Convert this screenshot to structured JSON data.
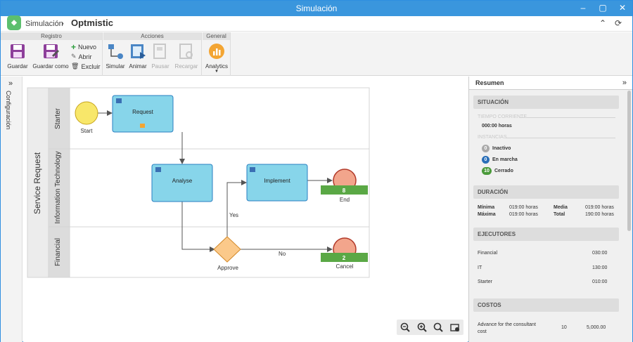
{
  "window": {
    "title": "Simulación"
  },
  "header": {
    "breadcrumb_parent": "Simulación",
    "breadcrumb_current": "Optmistic"
  },
  "ribbon": {
    "groups": {
      "registro": "Registro",
      "acciones": "Acciones",
      "general": "General"
    },
    "guardar": "Guardar",
    "guardar_como": "Guardar como",
    "nuevo": "Nuevo",
    "abrir": "Abrir",
    "excluir": "Excluir",
    "simular": "Simular",
    "animar": "Animar",
    "pausar": "Pausar",
    "recargar": "Recargar",
    "analytics": "Analytics"
  },
  "leftbar": {
    "label": "Configuración"
  },
  "diagram": {
    "pool": "Service Request",
    "lanes": [
      "Starter",
      "Information Technology",
      "Financial"
    ],
    "start_label": "Start",
    "request": "Request",
    "analyse": "Analyse",
    "implement": "Implement",
    "gateway": "Approve",
    "end_label": "End",
    "end_count": "8",
    "cancel_label": "Cancel",
    "cancel_count": "2",
    "yes": "Yes",
    "no": "No"
  },
  "summary": {
    "title": "Resumen",
    "situacion": "SITUACIÓN",
    "tiempo_corriente": "TIEMPO CORRIENTE",
    "tiempo_valor": "000:00 horas",
    "instancias": "INSTANCIAS",
    "inactivo_count": "0",
    "inactivo": "Inactivo",
    "en_marcha_count": "0",
    "en_marcha": "En marcha",
    "cerrado_count": "10",
    "cerrado": "Cerrado",
    "duracion": "DURACIÓN",
    "minima_label": "Mínima",
    "minima_val": "019:00 horas",
    "media_label": "Media",
    "media_val": "019:00 horas",
    "maxima_label": "Máxima",
    "maxima_val": "019:00 horas",
    "total_label": "Total",
    "total_val": "190:00 horas",
    "ejecutores": "EJECUTORES",
    "executors": [
      {
        "name": "Financial",
        "value": "030:00"
      },
      {
        "name": "IT",
        "value": "130:00"
      },
      {
        "name": "Starter",
        "value": "010:00"
      }
    ],
    "costos": "COSTOS",
    "cost_item": "Advance for the consultant cost",
    "cost_qty": "10",
    "cost_val": "5,000.00"
  },
  "colors": {
    "titlebar": "#3a96dd",
    "task_fill": "#87d5ea",
    "task_border": "#2a7fc1",
    "end_bar": "#5aa845",
    "gateway": "#fbc98a",
    "start": "#f8e76a",
    "end": "#f2a58c"
  }
}
